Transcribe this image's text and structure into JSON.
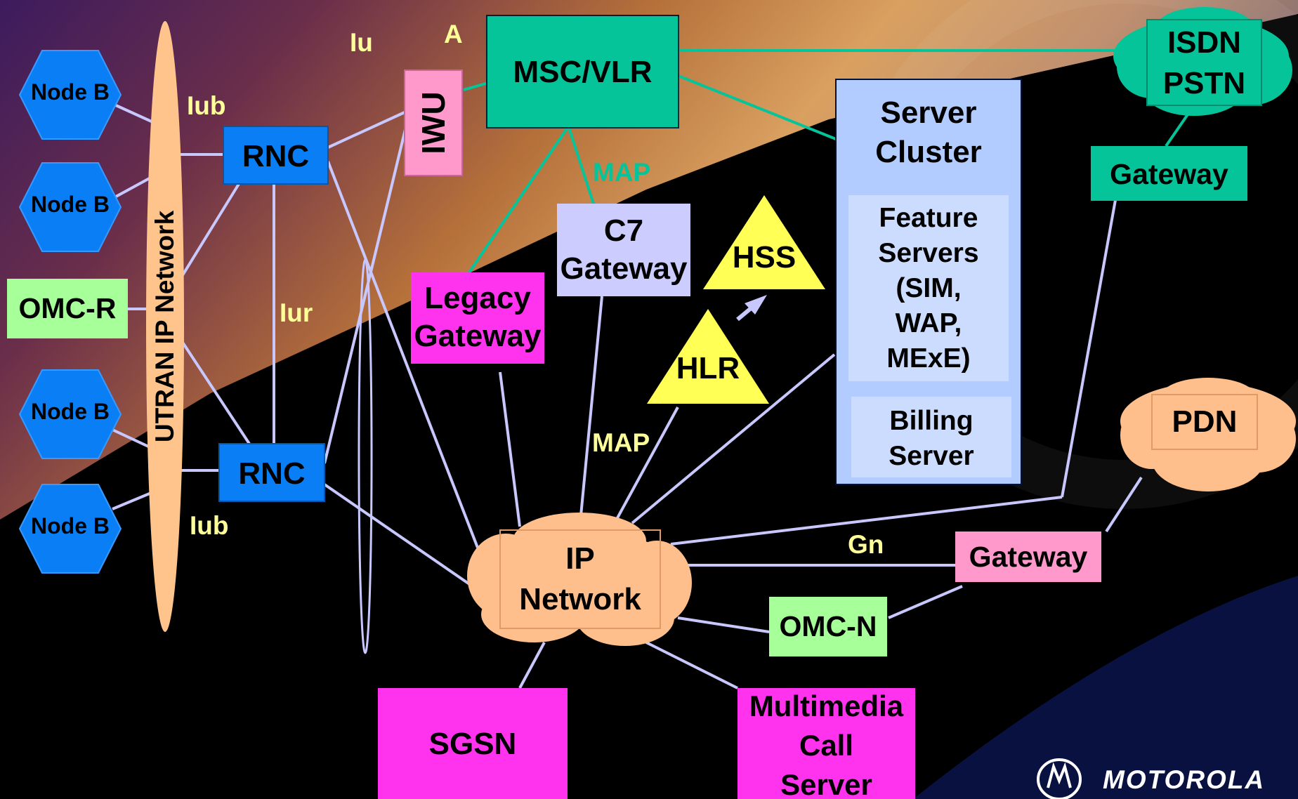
{
  "colors": {
    "node_b": "#0a7ff5",
    "rnc": "#0a7ff5",
    "omc": "#a6ff99",
    "utran": "#ffc48c",
    "iwu": "#ff99cc",
    "msc": "#05c49a",
    "legacy": "#ff33ee",
    "c7": "#ccccff",
    "hss": "#ffff55",
    "server_cluster": "#b3ccff",
    "feature_box": "#ccdcff",
    "cloud": "#ffbf8c",
    "gateway_pink": "#ff99cc",
    "gateway_green": "#05c49a",
    "label_yellow": "#ffff99",
    "label_green": "#05c49a",
    "line_lavender": "#c8c8ff",
    "line_green": "#05c49a"
  },
  "nodes": {
    "node_b_1": "Node B",
    "node_b_2": "Node B",
    "node_b_3": "Node B",
    "node_b_4": "Node B",
    "omc_r": "OMC-R",
    "utran": "UTRAN IP Network",
    "rnc_1": "RNC",
    "rnc_2": "RNC",
    "iwu": "IWU",
    "msc_vlr": "MSC/VLR",
    "c7_gateway": [
      "C7",
      "Gateway"
    ],
    "legacy_gateway": [
      "Legacy",
      "Gateway"
    ],
    "hss": "HSS",
    "hlr": "HLR",
    "server_cluster": [
      "Server",
      "Cluster"
    ],
    "feature_servers": [
      "Feature",
      "Servers",
      "(SIM,",
      "WAP,",
      "MExE)"
    ],
    "billing_server": [
      "Billing",
      "Server"
    ],
    "isdn_pstn": [
      "ISDN",
      "PSTN"
    ],
    "gateway_top": "Gateway",
    "pdn": "PDN",
    "ip_network": [
      "IP",
      "Network"
    ],
    "gateway_mid": "Gateway",
    "omc_n": "OMC-N",
    "sgsn": "SGSN",
    "multimedia": [
      "Multimedia",
      "Call",
      "Server"
    ]
  },
  "interfaces": {
    "iub_top": "Iub",
    "iub_bottom": "Iub",
    "iur": "Iur",
    "iu": "Iu",
    "a": "A",
    "map_top": "MAP",
    "map_bottom": "MAP",
    "gn": "Gn"
  },
  "brand": {
    "logo_text": "MOTOROLA"
  }
}
